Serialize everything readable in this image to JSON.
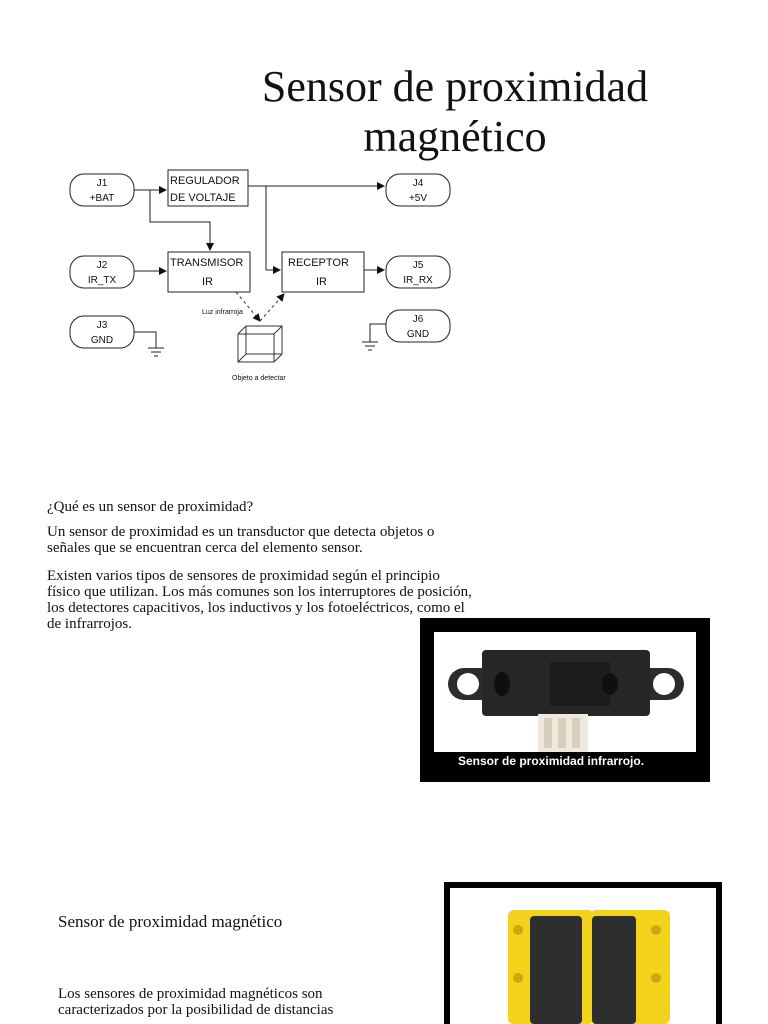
{
  "title": {
    "line1": "Sensor de proximidad",
    "line2": "magnético"
  },
  "diagram": {
    "j1": {
      "ref": "J1",
      "label": "+BAT"
    },
    "j2": {
      "ref": "J2",
      "label": "IR_TX"
    },
    "j3": {
      "ref": "J3",
      "label": "GND"
    },
    "j4": {
      "ref": "J4",
      "label": "+5V"
    },
    "j5": {
      "ref": "J5",
      "label": "IR_RX"
    },
    "j6": {
      "ref": "J6",
      "label": "GND"
    },
    "regulator": {
      "line1": "REGULADOR",
      "line2": "DE VOLTAJE"
    },
    "transmitter": {
      "line1": "TRANSMISOR",
      "line2": "IR"
    },
    "receiver": {
      "line1": "RECEPTOR",
      "line2": "IR"
    },
    "light_label": "Luz infrarroja",
    "object_label": "Objeto a detectar"
  },
  "text": {
    "question": "¿Qué es un sensor de proximidad?",
    "definition": "Un sensor de proximidad es un transductor que detecta objetos o señales que se encuentran cerca del elemento sensor.",
    "types": "Existen varios tipos de sensores de proximidad según el principio físico que utilizan. Los más comunes son los interruptores de posición, los detectores capacitivos, los inductivos y los fotoeléctricos, como el de infrarrojos.",
    "ir_caption": "Sensor de proximidad infrarrojo.",
    "magnetic_heading": "Sensor de proximidad magnético",
    "magnetic_body": "Los sensores de proximidad magnéticos son caracterizados por la posibilidad de distancias"
  },
  "colors": {
    "frame": "#000000",
    "sensor_body": "#2a2a2a",
    "sensor_yellow": "#f2d21a",
    "connector": "#f1ece0"
  }
}
